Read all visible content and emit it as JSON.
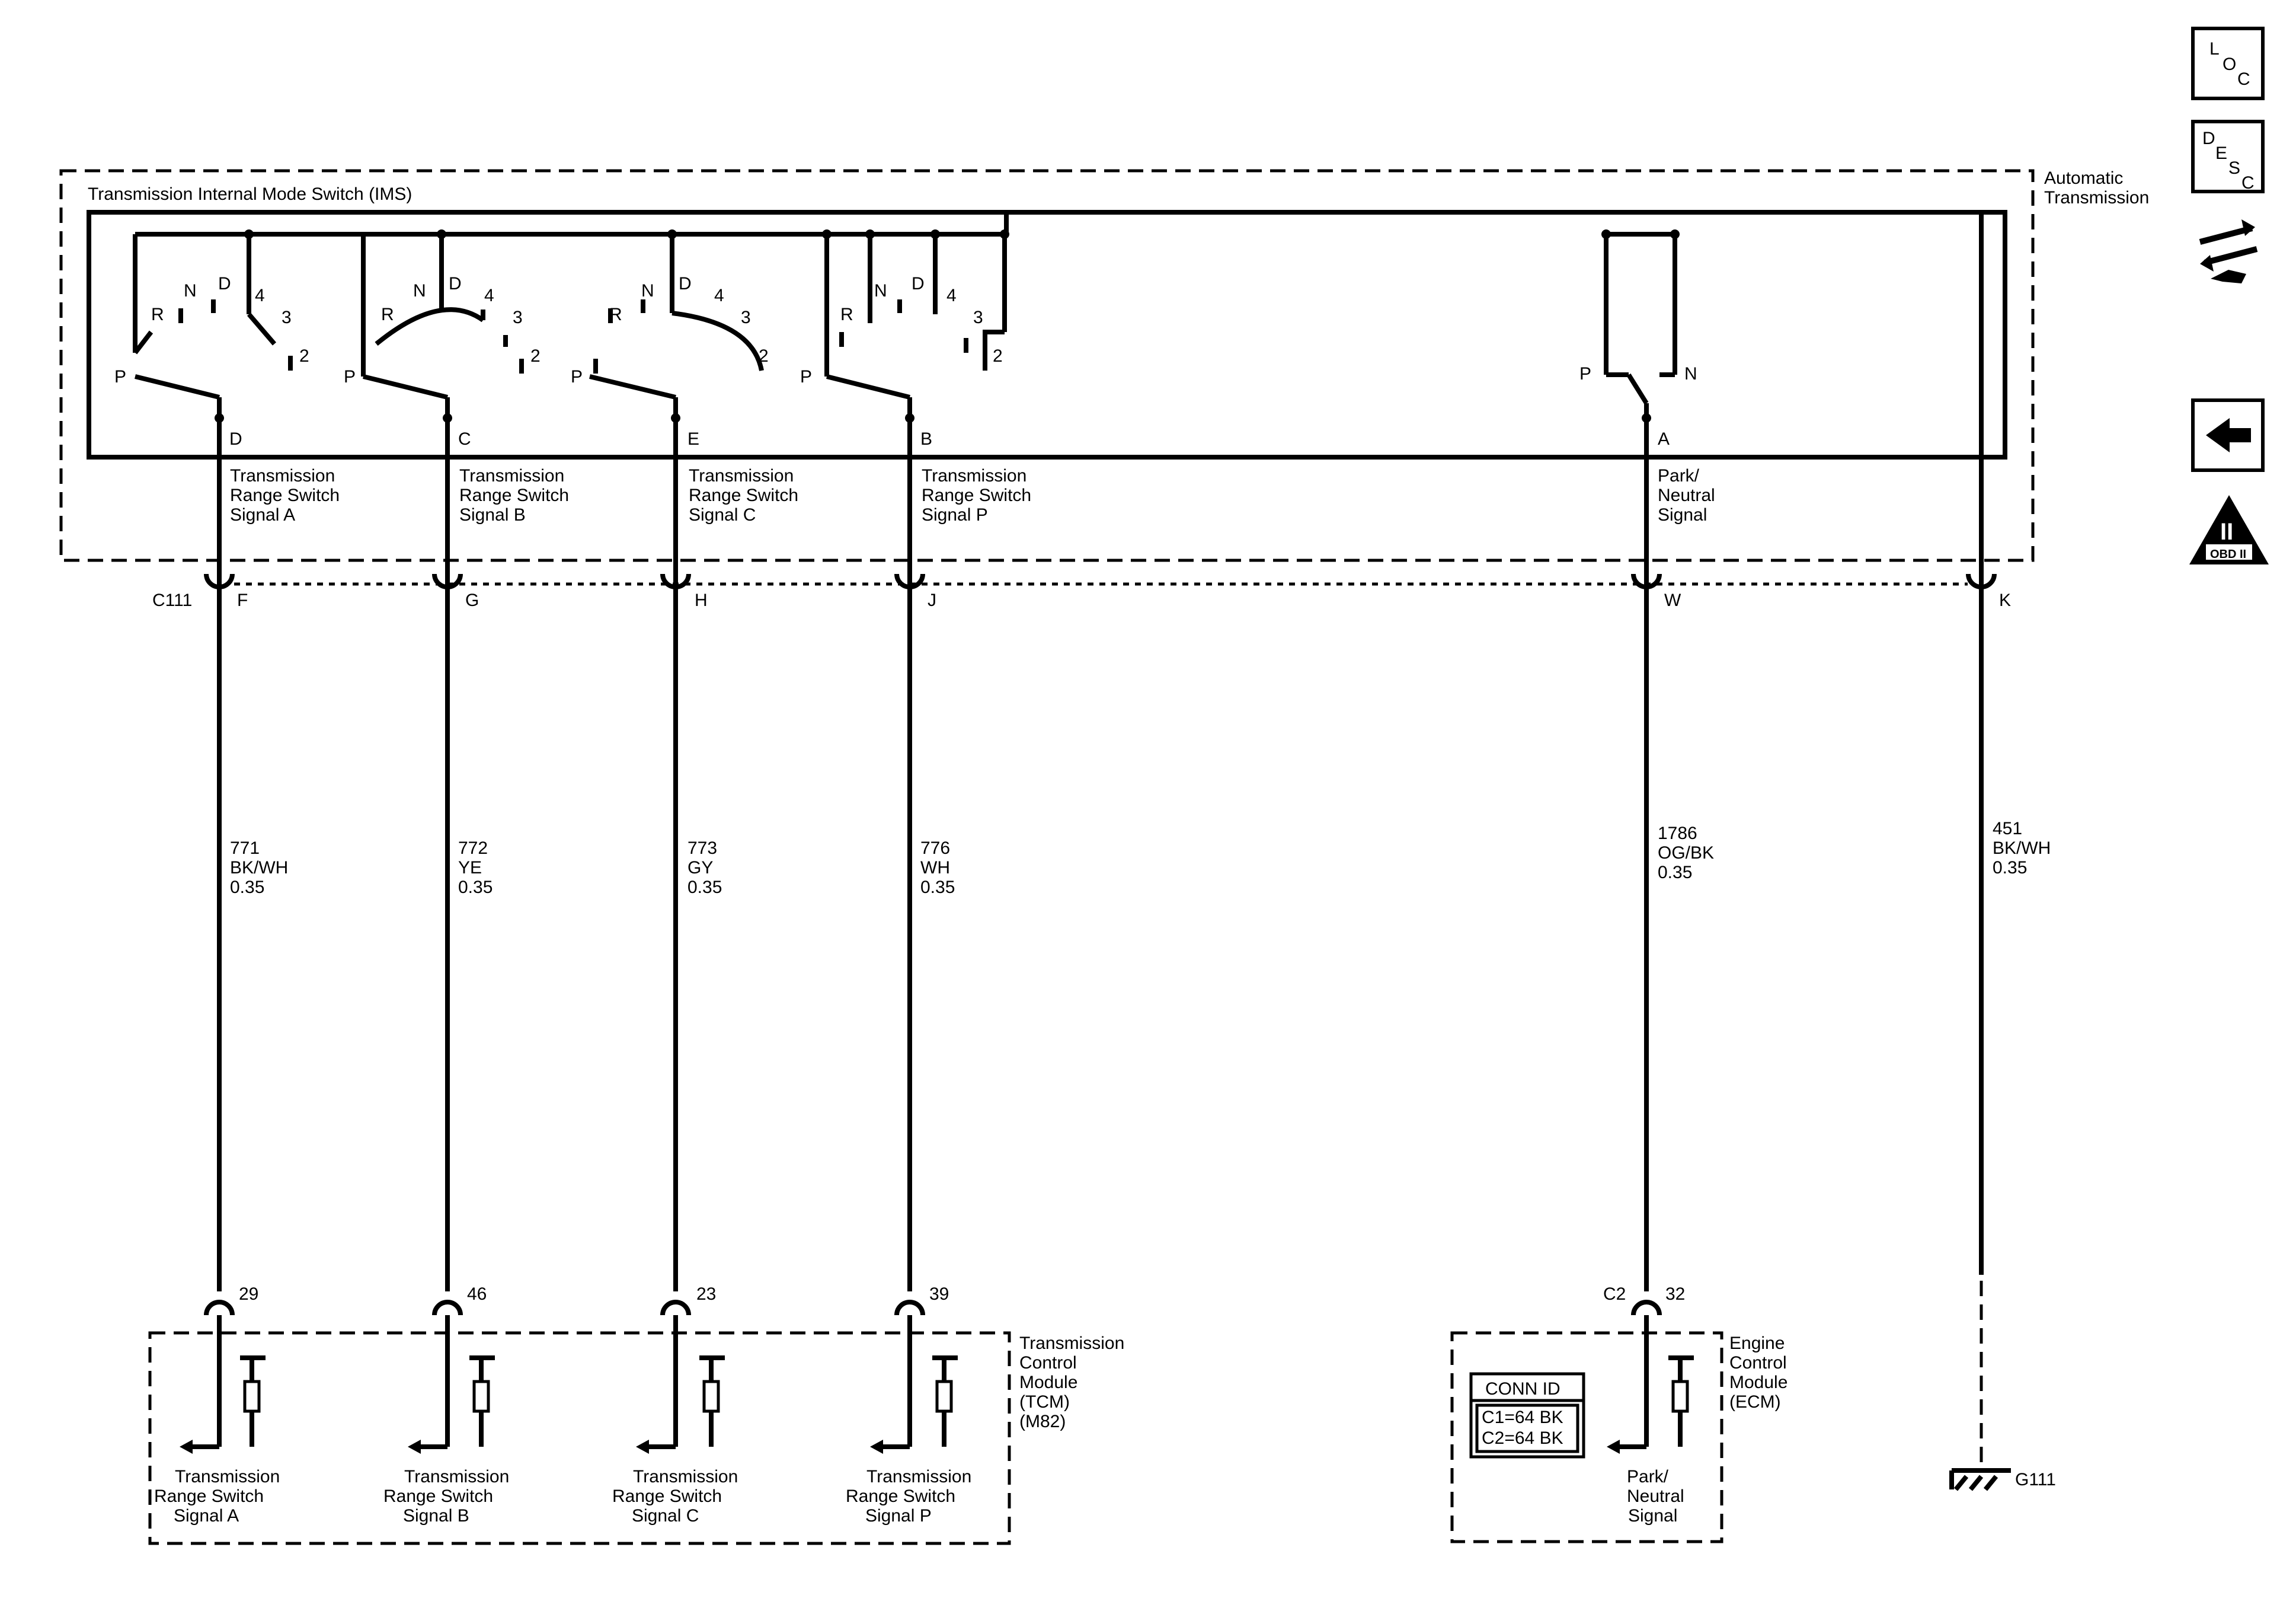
{
  "side_icons": [
    {
      "name": "loc-icon",
      "letters": [
        "L",
        "O",
        "C"
      ]
    },
    {
      "name": "desc-icon",
      "letters": [
        "D",
        "E",
        "S",
        "C"
      ]
    },
    {
      "name": "repair-icon",
      "letters": []
    },
    {
      "name": "back-arrow-icon",
      "letters": []
    },
    {
      "name": "obd-ii-icon",
      "letters": [
        "II",
        "OBD II"
      ]
    }
  ],
  "ims": {
    "title": "Transmission Internal Mode Switch (IMS)",
    "enclosure_label_1": "Automatic",
    "enclosure_label_2": "Transmission",
    "positions": {
      "P": "P",
      "R": "R",
      "N": "N",
      "D": "D",
      "4": "4",
      "3": "3",
      "2": "2"
    }
  },
  "circuits": [
    {
      "id": "signal-a",
      "ims_pin": "D",
      "sig": [
        "Transmission",
        "Range Switch",
        "Signal A"
      ],
      "c111_pin": "F",
      "circuit": "771",
      "color": "BK/WH",
      "gauge": "0.35",
      "module_pin": "29",
      "module_sig": [
        "Transmission",
        "Range Switch",
        "Signal A"
      ]
    },
    {
      "id": "signal-b",
      "ims_pin": "C",
      "sig": [
        "Transmission",
        "Range Switch",
        "Signal B"
      ],
      "c111_pin": "G",
      "circuit": "772",
      "color": "YE",
      "gauge": "0.35",
      "module_pin": "46",
      "module_sig": [
        "Transmission",
        "Range Switch",
        "Signal B"
      ]
    },
    {
      "id": "signal-c",
      "ims_pin": "E",
      "sig": [
        "Transmission",
        "Range Switch",
        "Signal C"
      ],
      "c111_pin": "H",
      "circuit": "773",
      "color": "GY",
      "gauge": "0.35",
      "module_pin": "23",
      "module_sig": [
        "Transmission",
        "Range Switch",
        "Signal C"
      ]
    },
    {
      "id": "signal-p",
      "ims_pin": "B",
      "sig": [
        "Transmission",
        "Range Switch",
        "Signal P"
      ],
      "c111_pin": "J",
      "circuit": "776",
      "color": "WH",
      "gauge": "0.35",
      "module_pin": "39",
      "module_sig": [
        "Transmission",
        "Range Switch",
        "Signal P"
      ]
    },
    {
      "id": "park-neutral",
      "ims_pin": "A",
      "sig": [
        "Park/",
        "Neutral",
        "Signal"
      ],
      "c111_pin": "W",
      "circuit": "1786",
      "color": "OG/BK",
      "gauge": "0.35",
      "module_pin": "32",
      "module_sig": [
        "Park/",
        "Neutral",
        "Signal"
      ]
    },
    {
      "id": "ground",
      "ims_pin": "",
      "sig": [],
      "c111_pin": "K",
      "circuit": "451",
      "color": "BK/WH",
      "gauge": "0.35",
      "module_pin": "",
      "module_sig": []
    }
  ],
  "connector": {
    "name": "C111"
  },
  "tcm": {
    "lines": [
      "Transmission",
      "Control",
      "Module",
      "(TCM)",
      "(M82)"
    ]
  },
  "ecm": {
    "lines": [
      "Engine",
      "Control",
      "Module",
      "(ECM)"
    ],
    "connector": "C2",
    "conn_id": {
      "title": "CONN ID",
      "rows": [
        "C1=64 BK",
        "C2=64 BK"
      ]
    }
  },
  "ground": {
    "name": "G111"
  }
}
